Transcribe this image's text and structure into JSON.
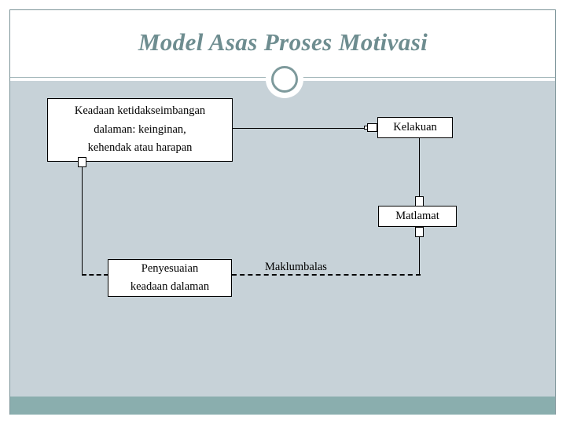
{
  "slide": {
    "title": "Model Asas Proses Motivasi",
    "theme": {
      "title_color": "#6e8d90",
      "body_background": "#c7d2d8",
      "footer_bar_color": "#8aaeae",
      "frame_border_color": "#7b9398",
      "node_fill": "#ffffff",
      "node_border": "#000000"
    }
  },
  "diagram": {
    "type": "flow",
    "nodes": [
      {
        "id": "imbalance",
        "lines": [
          "Keadaan ketidakseimbangan",
          "dalaman: keinginan,",
          "kehendak atau harapan"
        ],
        "text": "Keadaan ketidakseimbangan dalaman: keinginan, kehendak atau harapan"
      },
      {
        "id": "kelakuan",
        "lines": [
          "Kelakuan"
        ],
        "text": "Kelakuan"
      },
      {
        "id": "matlamat",
        "lines": [
          "Matlamat"
        ],
        "text": "Matlamat"
      },
      {
        "id": "penyesuaian",
        "lines": [
          "Penyesuaian",
          "keadaan dalaman"
        ],
        "text": "Penyesuaian keadaan dalaman"
      }
    ],
    "edge_labels": [
      {
        "id": "maklumbalas",
        "text": "Maklumbalas"
      }
    ],
    "edges": [
      {
        "from": "imbalance",
        "to": "kelakuan",
        "style": "solid",
        "arrow": "open"
      },
      {
        "from": "kelakuan",
        "to": "matlamat",
        "style": "solid",
        "arrow": "open"
      },
      {
        "from": "matlamat",
        "to": "penyesuaian",
        "style": "dashed",
        "arrow": "open",
        "label": "Maklumbalas"
      },
      {
        "from": "penyesuaian",
        "to": "imbalance",
        "style": "dashed",
        "arrow": "open"
      }
    ]
  }
}
